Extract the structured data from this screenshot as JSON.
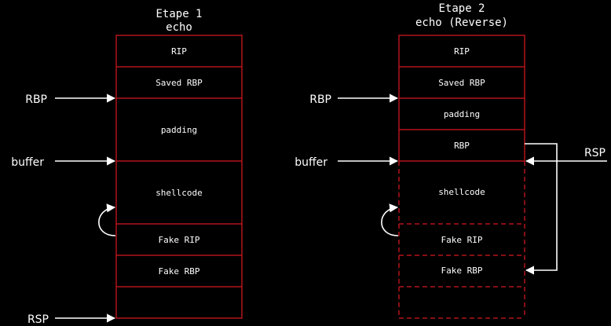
{
  "colors": {
    "background": "#000000",
    "frame": "#b3141b",
    "text": "#ffffff",
    "arrow": "#ffffff"
  },
  "stage1": {
    "title_line1": "Etape 1",
    "title_line2": "echo",
    "cells": [
      "RIP",
      "Saved RBP",
      "padding",
      "shellcode",
      "Fake RIP",
      "Fake RBP",
      ""
    ],
    "pointers": {
      "rbp": "RBP",
      "buffer": "buffer",
      "rsp": "RSP"
    }
  },
  "stage2": {
    "title_line1": "Etape 2",
    "title_line2": "echo (Reverse)",
    "cells": [
      "RIP",
      "Saved RBP",
      "padding",
      "RBP",
      "shellcode",
      "Fake RIP",
      "Fake RBP",
      ""
    ],
    "pointers": {
      "rbp": "RBP",
      "buffer": "buffer",
      "rsp": "RSP"
    }
  }
}
